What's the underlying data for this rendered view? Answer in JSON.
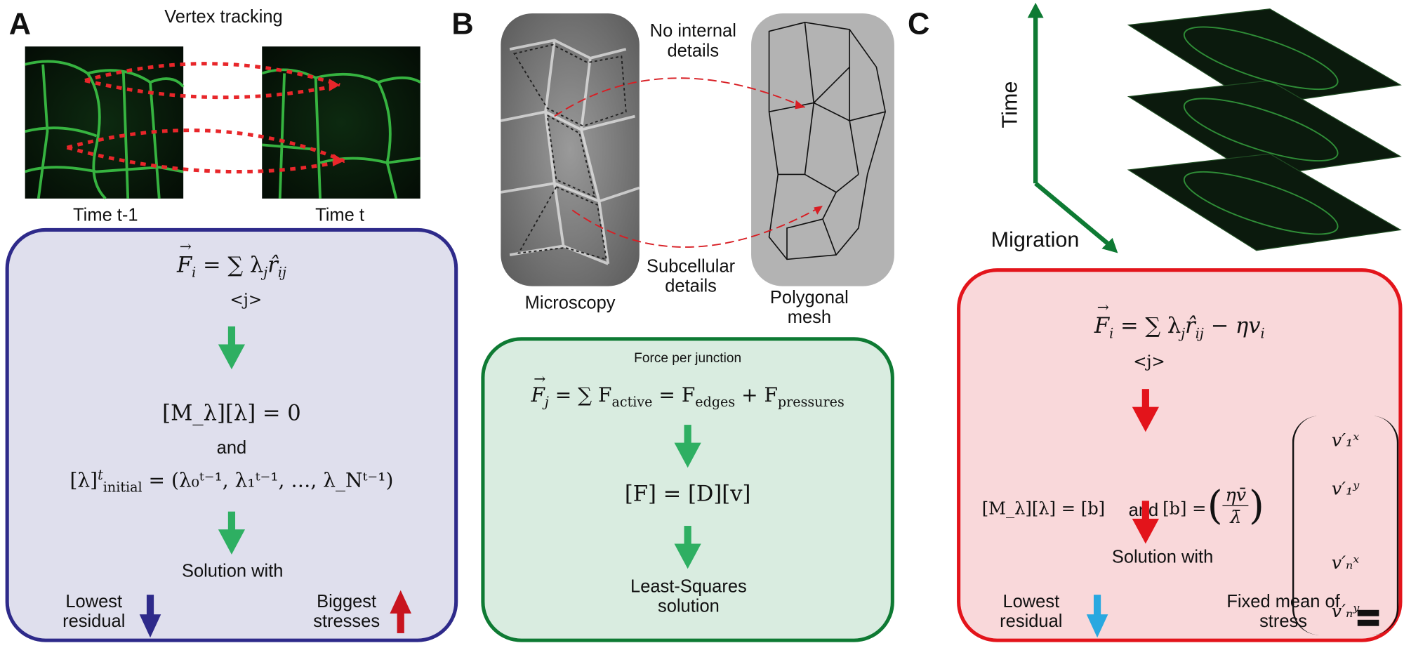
{
  "panel_a": {
    "label": "A",
    "title": "Vertex tracking",
    "image_left_label": "Time t-1",
    "image_right_label": "Time t",
    "eq_force": {
      "lhs": "F",
      "lhs_sub": "i",
      "eq": "= ∑ λ",
      "lam_sub": "j",
      "rhat": "r̂",
      "r_sub": "ij",
      "sum_under": "<j>"
    },
    "eq_matrix": "[M_λ][λ] = 0",
    "and_label": "and",
    "eq_initial": {
      "lhs": "[λ]",
      "sup": "t",
      "sub": "initial",
      "rhs": "= (λ₀ᵗ⁻¹, λ₁ᵗ⁻¹, …, λ_Nᵗ⁻¹)"
    },
    "solution_label": "Solution with",
    "left_criterion": "Lowest residual",
    "right_criterion": "Biggest stresses",
    "colors": {
      "border": "#2e2a8a",
      "fill": "#dfdfed",
      "arrow": "#2eaf62",
      "down_arrow": "#2e2a8a",
      "up_arrow": "#c8141e"
    }
  },
  "panel_b": {
    "label": "B",
    "top_annotation": "No internal details",
    "bottom_annotation": "Subcellular details",
    "microscopy_label": "Microscopy",
    "mesh_label": "Polygonal mesh",
    "box_title": "Force per junction",
    "eq_force": {
      "lhs": "F",
      "lhs_sub": "j",
      "mid": "= ∑ F",
      "mid_sub": "active",
      "eq2": "= F",
      "sub2": "edges",
      "plus": "+ F",
      "sub3": "pressures"
    },
    "eq_matrix": "[F] = [D][v]",
    "solution_label": "Least-Squares solution",
    "colors": {
      "border": "#0e7a33",
      "fill": "#d9ece0",
      "arrow": "#2eaf62"
    }
  },
  "panel_c": {
    "label": "C",
    "time_axis_label": "Time",
    "migration_axis_label": "Migration",
    "eq_force": {
      "lhs": "F",
      "lhs_sub": "i",
      "eq": "= ∑ λ",
      "lam_sub": "j",
      "rhat": "r̂",
      "r_sub": "ij",
      "tail": "− ηv",
      "tail_sub": "i",
      "sum_under": "<j>"
    },
    "eq_matrix": "[M_λ][λ] = [b]",
    "and_label": "and",
    "b_def": "[b] =",
    "factor": {
      "num": "ηv̄",
      "den": "λ̄"
    },
    "vector_entries": [
      "v′₁ˣ",
      "v′₁ʸ",
      "v′ₙˣ",
      "v′ₙʸ"
    ],
    "solution_label": "Solution with",
    "left_criterion": "Lowest residual",
    "right_criterion": "Fixed mean of stress",
    "colors": {
      "border": "#e3141b",
      "fill": "#f9d8da",
      "arrow": "#e3141b",
      "down_arrow": "#29a8e0",
      "axis": "#0e7a33"
    }
  }
}
